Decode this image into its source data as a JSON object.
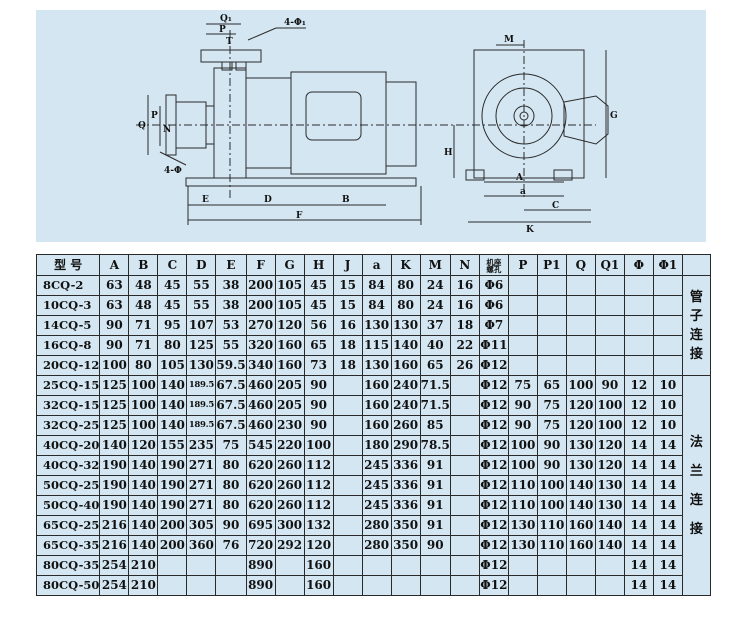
{
  "drawing": {
    "dim_labels": {
      "Q1": "Q₁",
      "P": "P",
      "T": "T",
      "holes_top": "4-Φ₁",
      "Q": "Q",
      "P_left": "P",
      "N": "N",
      "holes_left": "4-Φ",
      "E": "E",
      "D": "D",
      "B": "B",
      "F": "F",
      "M": "M",
      "G": "G",
      "H": "H",
      "A": "A",
      "a": "a",
      "C": "C",
      "K": "K"
    }
  },
  "table": {
    "headers": [
      "型 号",
      "A",
      "B",
      "C",
      "D",
      "E",
      "F",
      "G",
      "H",
      "J",
      "a",
      "K",
      "M",
      "N",
      "机座\n螺孔",
      "P",
      "P1",
      "Q",
      "Q1",
      "Φ",
      "Φ1"
    ],
    "groups": [
      {
        "label": "管子连接",
        "rows": [
          [
            "8CQ-2",
            "63",
            "48",
            "45",
            "55",
            "38",
            "200",
            "105",
            "45",
            "15",
            "84",
            "80",
            "24",
            "16",
            "Φ6",
            "",
            "",
            "",
            "",
            "",
            ""
          ],
          [
            "10CQ-3",
            "63",
            "48",
            "45",
            "55",
            "38",
            "200",
            "105",
            "45",
            "15",
            "84",
            "80",
            "24",
            "16",
            "Φ6",
            "",
            "",
            "",
            "",
            "",
            ""
          ],
          [
            "14CQ-5",
            "90",
            "71",
            "95",
            "107",
            "53",
            "270",
            "120",
            "56",
            "16",
            "130",
            "130",
            "37",
            "18",
            "Φ7",
            "",
            "",
            "",
            "",
            "",
            ""
          ],
          [
            "16CQ-8",
            "90",
            "71",
            "80",
            "125",
            "55",
            "320",
            "160",
            "65",
            "18",
            "115",
            "140",
            "40",
            "22",
            "Φ11",
            "",
            "",
            "",
            "",
            "",
            ""
          ],
          [
            "20CQ-12",
            "100",
            "80",
            "105",
            "130",
            "59.5",
            "340",
            "160",
            "73",
            "18",
            "130",
            "160",
            "65",
            "26",
            "Φ12",
            "",
            "",
            "",
            "",
            "",
            ""
          ]
        ]
      },
      {
        "label": "法兰连接",
        "rows": [
          [
            "25CQ-15",
            "125",
            "100",
            "140",
            "189.5",
            "67.5",
            "460",
            "205",
            "90",
            "",
            "160",
            "240",
            "71.5",
            "",
            "Φ12",
            "75",
            "65",
            "100",
            "90",
            "12",
            "10"
          ],
          [
            "32CQ-15",
            "125",
            "100",
            "140",
            "189.5",
            "67.5",
            "460",
            "205",
            "90",
            "",
            "160",
            "240",
            "71.5",
            "",
            "Φ12",
            "90",
            "75",
            "120",
            "100",
            "12",
            "10"
          ],
          [
            "32CQ-25",
            "125",
            "100",
            "140",
            "189.5",
            "67.5",
            "460",
            "230",
            "90",
            "",
            "160",
            "260",
            "85",
            "",
            "Φ12",
            "90",
            "75",
            "120",
            "100",
            "12",
            "10"
          ],
          [
            "40CQ-20",
            "140",
            "120",
            "155",
            "235",
            "75",
            "545",
            "220",
            "100",
            "",
            "180",
            "290",
            "78.5",
            "",
            "Φ12",
            "100",
            "90",
            "130",
            "120",
            "14",
            "14"
          ],
          [
            "40CQ-32",
            "190",
            "140",
            "190",
            "271",
            "80",
            "620",
            "260",
            "112",
            "",
            "245",
            "336",
            "91",
            "",
            "Φ12",
            "100",
            "90",
            "130",
            "120",
            "14",
            "14"
          ],
          [
            "50CQ-25",
            "190",
            "140",
            "190",
            "271",
            "80",
            "620",
            "260",
            "112",
            "",
            "245",
            "336",
            "91",
            "",
            "Φ12",
            "110",
            "100",
            "140",
            "130",
            "14",
            "14"
          ],
          [
            "50CQ-40",
            "190",
            "140",
            "190",
            "271",
            "80",
            "620",
            "260",
            "112",
            "",
            "245",
            "336",
            "91",
            "",
            "Φ12",
            "110",
            "100",
            "140",
            "130",
            "14",
            "14"
          ],
          [
            "65CQ-25",
            "216",
            "140",
            "200",
            "305",
            "90",
            "695",
            "300",
            "132",
            "",
            "280",
            "350",
            "91",
            "",
            "Φ12",
            "130",
            "110",
            "160",
            "140",
            "14",
            "14"
          ],
          [
            "65CQ-35",
            "216",
            "140",
            "200",
            "360",
            "76",
            "720",
            "292",
            "120",
            "",
            "280",
            "350",
            "90",
            "",
            "Φ12",
            "130",
            "110",
            "160",
            "140",
            "14",
            "14"
          ],
          [
            "80CQ-35",
            "254",
            "210",
            "",
            "",
            "",
            "890",
            "",
            "160",
            "",
            "",
            "",
            "",
            "",
            "Φ12",
            "",
            "",
            "",
            "",
            "14",
            "14"
          ],
          [
            "80CQ-50",
            "254",
            "210",
            "",
            "",
            "",
            "890",
            "",
            "160",
            "",
            "",
            "",
            "",
            "",
            "Φ12",
            "",
            "",
            "",
            "",
            "14",
            "14"
          ]
        ]
      }
    ]
  }
}
